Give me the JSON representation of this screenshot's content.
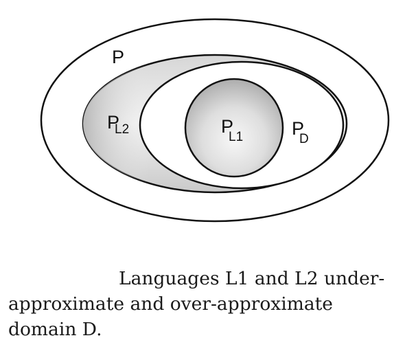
{
  "diagram": {
    "sets": [
      {
        "id": "P",
        "label": "P",
        "subscript": ""
      },
      {
        "id": "PL2",
        "label": "P",
        "subscript": "L2"
      },
      {
        "id": "PD",
        "label": "P",
        "subscript": "D"
      },
      {
        "id": "PL1",
        "label": "P",
        "subscript": "L1"
      }
    ],
    "colors": {
      "outline": "#111111",
      "outer_fill": "#ffffff",
      "gradient_light": "#f7f7f7",
      "gradient_dark": "#aaaaaa"
    }
  },
  "caption": {
    "lines": [
      "Languages L1 and L2 under-",
      "approximate and over-approximate",
      "domain D."
    ]
  }
}
